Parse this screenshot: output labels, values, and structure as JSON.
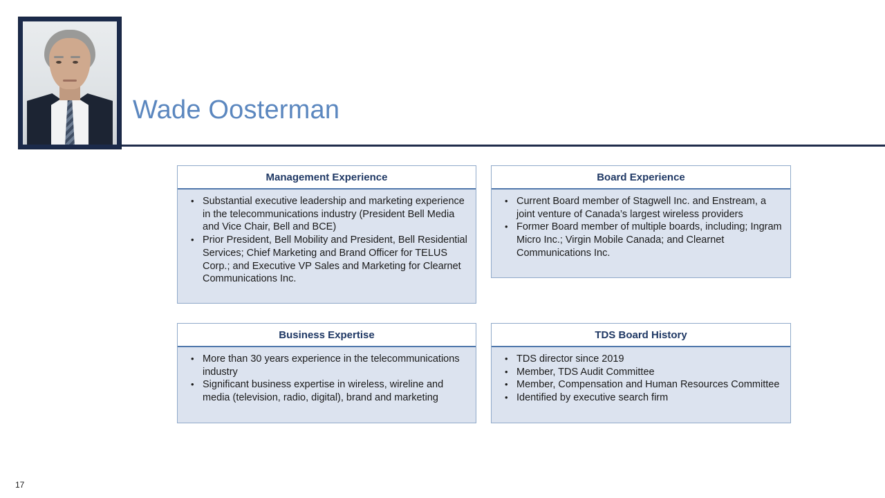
{
  "header": {
    "name": "Wade Oosterman",
    "photo_alt": "portrait-photo"
  },
  "panels": [
    {
      "id": "management-experience",
      "title": "Management Experience",
      "bullets": [
        "Substantial executive leadership and marketing experience in the telecommunications industry (President Bell Media and Vice Chair, Bell and BCE)",
        "Prior President, Bell Mobility and President, Bell Residential Services; Chief Marketing and Brand Officer for TELUS Corp.; and Executive VP Sales and Marketing for Clearnet Communications Inc."
      ]
    },
    {
      "id": "board-experience",
      "title": "Board Experience",
      "bullets": [
        "Current Board member of Stagwell Inc. and Enstream, a joint venture of Canada’s largest wireless providers",
        "Former Board member of multiple boards, including; Ingram Micro Inc.; Virgin Mobile Canada; and Clearnet Communications Inc."
      ]
    },
    {
      "id": "business-expertise",
      "title": "Business  Expertise",
      "bullets": [
        "More than 30 years experience in the telecommunications industry",
        "Significant business expertise in wireless, wireline and media (television, radio, digital), brand and marketing"
      ]
    },
    {
      "id": "tds-board-history",
      "title": "TDS Board History",
      "bullets": [
        "TDS director since 2019",
        "Member, TDS Audit Committee",
        "Member, Compensation and Human Resources Committee",
        "Identified by executive search firm"
      ]
    }
  ],
  "footer": {
    "page_number": "17"
  },
  "colors": {
    "name_blue": "#5b87bf",
    "rule_navy": "#1f2c4b",
    "panel_fill": "#dce3ef",
    "panel_border": "#8fa9c9",
    "title_text": "#1f3864"
  }
}
